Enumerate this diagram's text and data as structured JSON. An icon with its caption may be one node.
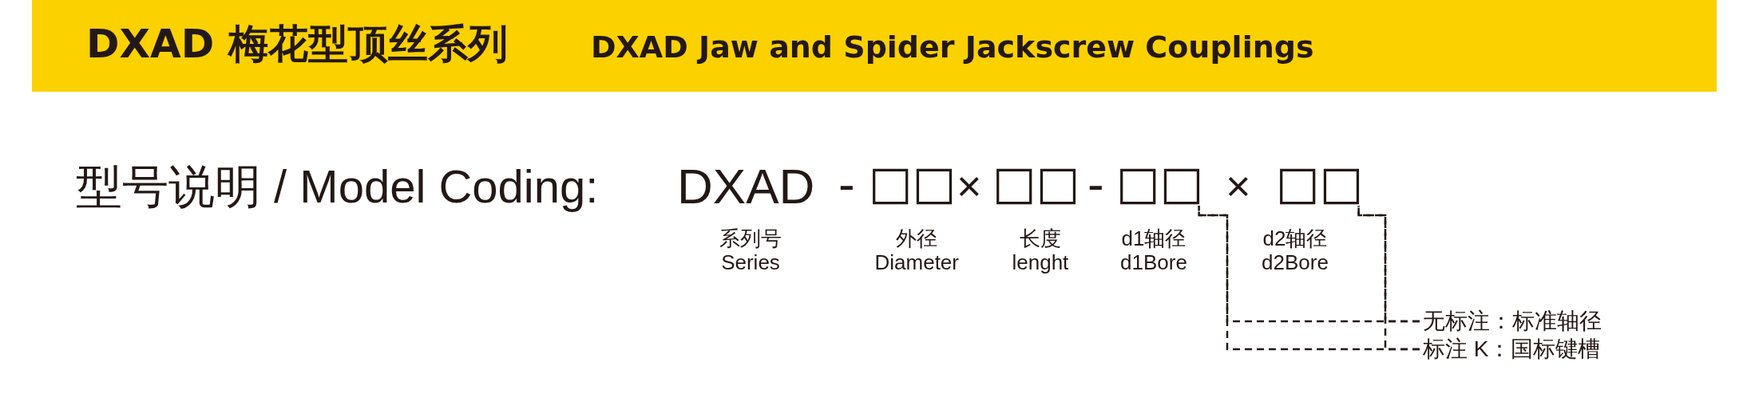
{
  "diagram": {
    "title": "DXAD 梅花型顶丝系列",
    "nodes": [
      {
        "text": [
          "□□"
        ]
      },
      {
        "text": [
          "□□"
        ]
      },
      {
        "text": [
          "无标注：标准轴径"
        ]
      },
      {
        "text": [
          "标注 K：国标键槽"
        ]
      }
    ],
    "edges": [
      {
        "from": 2,
        "to": 0,
        "arrow": "none",
        "style": "dashed"
      },
      {
        "from": 2,
        "to": 1,
        "arrow": "none",
        "style": "dashed"
      },
      {
        "from": 3,
        "to": 0,
        "arrow": "none",
        "style": "dashed"
      },
      {
        "from": 3,
        "to": 1,
        "arrow": "none",
        "style": "dashed"
      }
    ],
    "labels": [
      "DXAD Jaw and Spider Jackscrew Couplings",
      "型号说明 / Model Coding:",
      "DXAD",
      "-",
      "□□",
      "×",
      "□□",
      "-",
      "×",
      "系列号 Series",
      "外径 Diameter",
      "长度 lenght",
      "d1轴径 d1Bore",
      "d2轴径 d2Bore"
    ]
  }
}
